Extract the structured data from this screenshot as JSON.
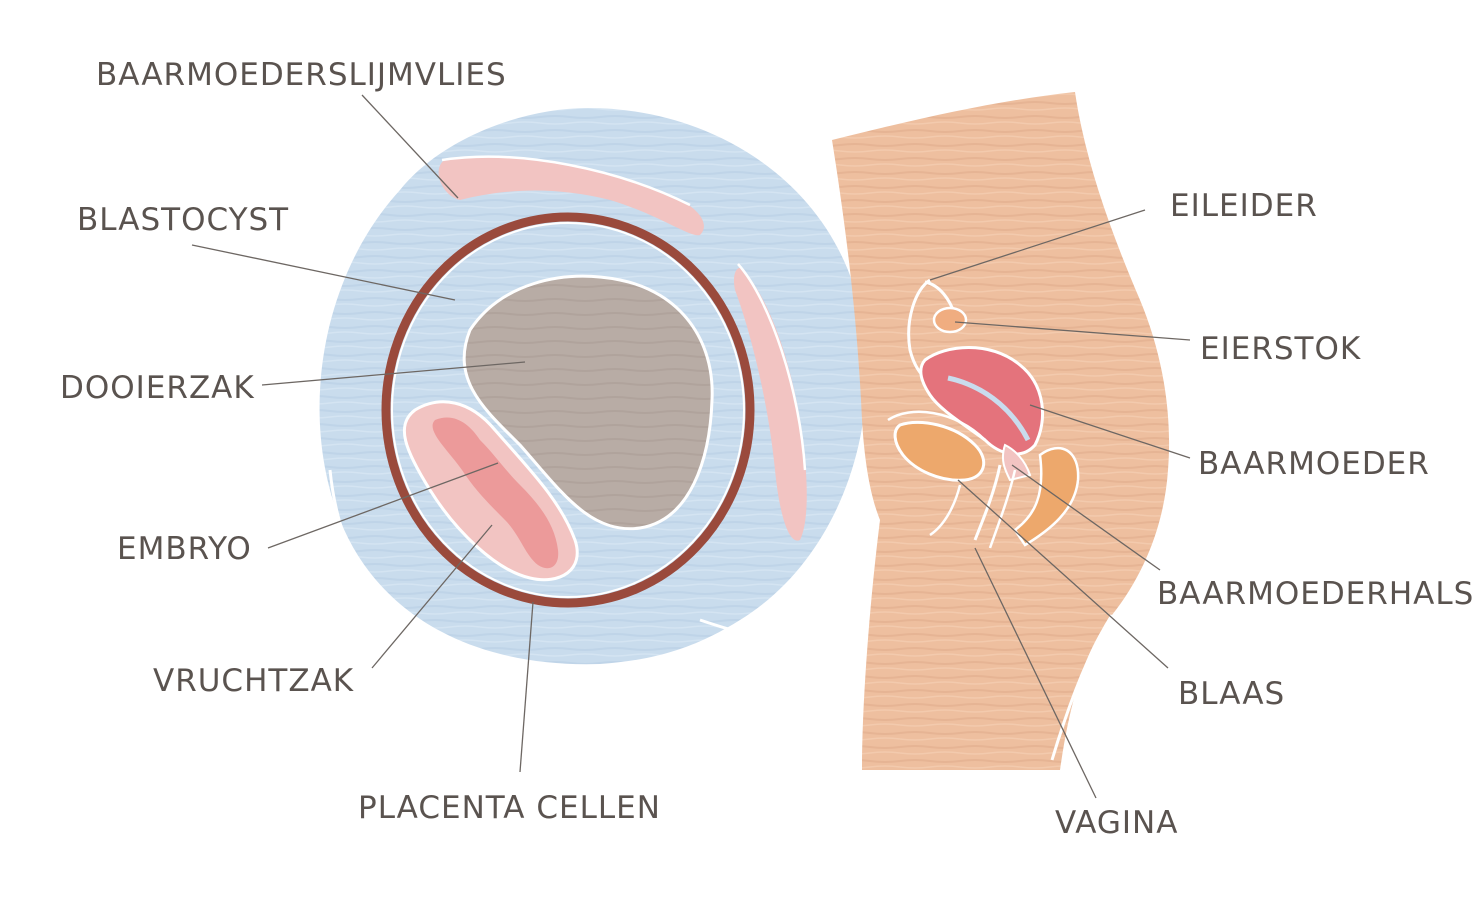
{
  "labels": {
    "baarmoederslijmvlies": "BAARMOEDERSLIJMVLIES",
    "blastocyst": "BLASTOCYST",
    "dooierzak": "DOOIERZAK",
    "embryo": "EMBRYO",
    "vruchtzak": "VRUCHTZAK",
    "placenta_cellen": "PLACENTA CELLEN",
    "eileider": "EILEIDER",
    "eierstok": "EIERSTOK",
    "baarmoeder": "BAARMOEDER",
    "baarmoederhals": "BAARMOEDERHALS",
    "blaas": "BLAAS",
    "vagina": "VAGINA"
  },
  "colors": {
    "label_text": "#5a534f",
    "uterus_wall_circle": "#c9dced",
    "endometrium_pink": "#f2c4c2",
    "blastocyst_ring": "#9a4a3c",
    "yolk_sac": "#b8aca5",
    "embryo": "#ec9a9a",
    "body_skin": "#eebf9f",
    "uterus": "#e4737c"
  }
}
